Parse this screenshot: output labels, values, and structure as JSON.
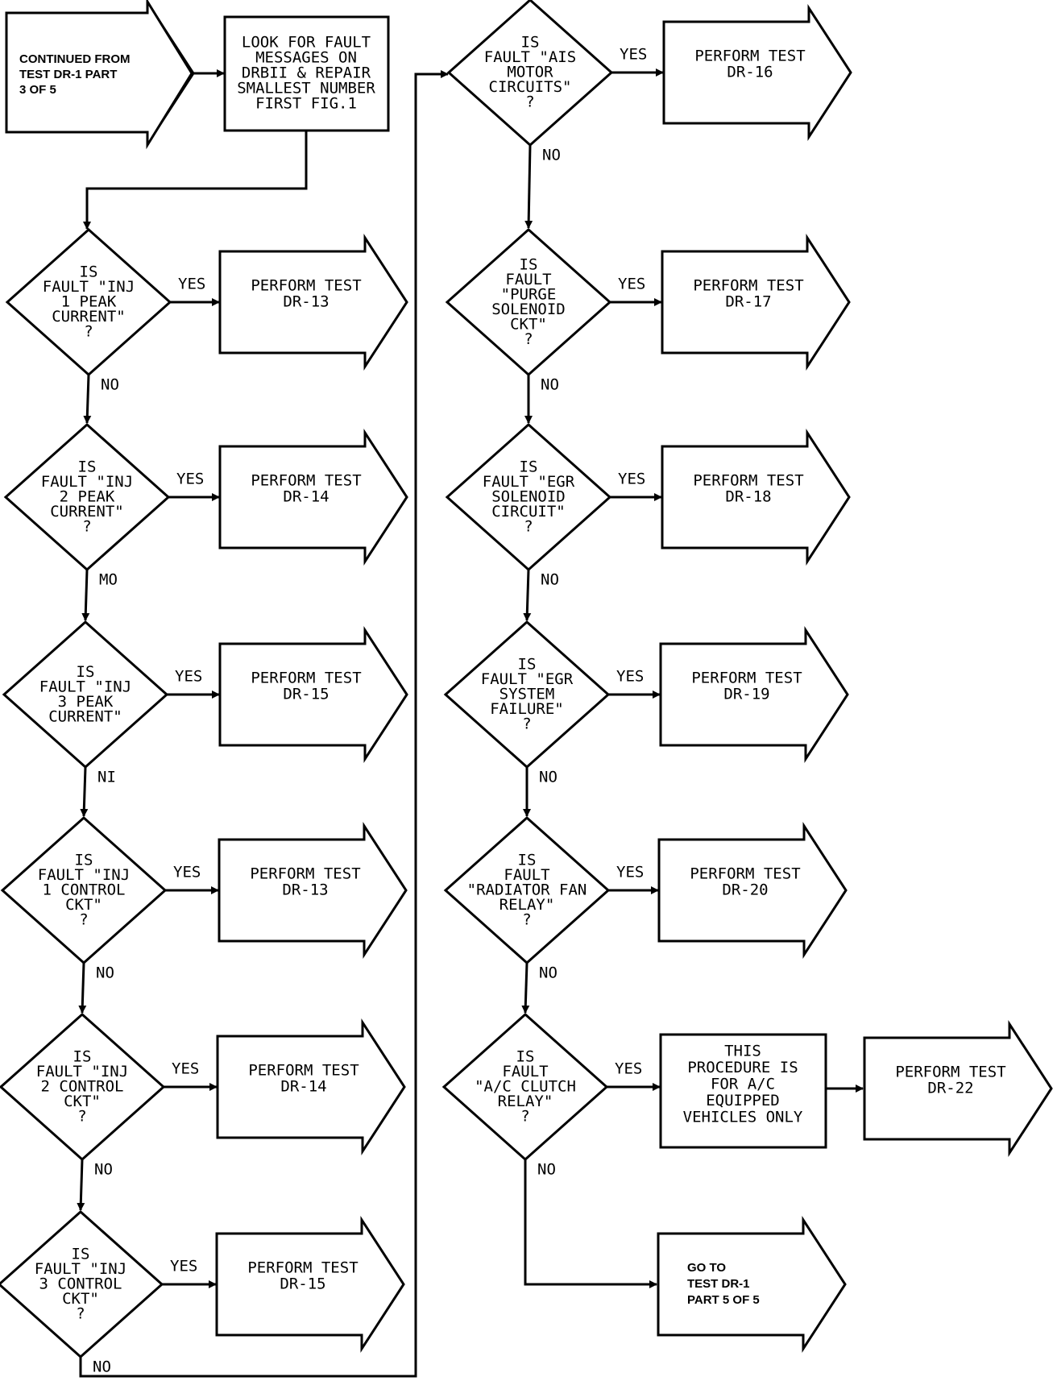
{
  "start": {
    "lines": [
      "CONTINUED FROM",
      "TEST DR-1 PART",
      "3 OF 5"
    ]
  },
  "look_box": {
    "lines": [
      "LOOK FOR FAULT",
      "MESSAGES ON",
      "DRBII & REPAIR",
      "SMALLEST NUMBER",
      "FIRST FIG.1"
    ]
  },
  "left_column": [
    {
      "decision": [
        "IS",
        "FAULT \"INJ",
        "1 PEAK",
        "CURRENT\"",
        "?"
      ],
      "yes_label": "YES",
      "no_label": "NO",
      "result": [
        "PERFORM TEST",
        "DR-13"
      ]
    },
    {
      "decision": [
        "IS",
        "FAULT \"INJ",
        "2 PEAK",
        "CURRENT\"",
        "?"
      ],
      "yes_label": "YES",
      "no_label": "MO",
      "result": [
        "PERFORM TEST",
        "DR-14"
      ]
    },
    {
      "decision": [
        "IS",
        "FAULT \"INJ",
        "3 PEAK",
        "CURRENT\""
      ],
      "yes_label": "YES",
      "no_label": "NI",
      "result": [
        "PERFORM TEST",
        "DR-15"
      ]
    },
    {
      "decision": [
        "IS",
        "FAULT \"INJ",
        "1 CONTROL",
        "CKT\"",
        "?"
      ],
      "yes_label": "YES",
      "no_label": "NO",
      "result": [
        "PERFORM TEST",
        "DR-13"
      ]
    },
    {
      "decision": [
        "IS",
        "FAULT \"INJ",
        "2 CONTROL",
        "CKT\"",
        "?"
      ],
      "yes_label": "YES",
      "no_label": "NO",
      "result": [
        "PERFORM TEST",
        "DR-14"
      ]
    },
    {
      "decision": [
        "IS",
        "FAULT \"INJ",
        "3 CONTROL",
        "CKT\"",
        "?"
      ],
      "yes_label": "YES",
      "no_label": "NO",
      "result": [
        "PERFORM TEST",
        "DR-15"
      ]
    }
  ],
  "right_column": [
    {
      "decision": [
        "IS",
        "FAULT \"AIS",
        "MOTOR",
        "CIRCUITS\"",
        "?"
      ],
      "yes_label": "YES",
      "no_label": "NO",
      "result": [
        "PERFORM TEST",
        "DR-16"
      ]
    },
    {
      "decision": [
        "IS",
        "FAULT",
        "\"PURGE",
        "SOLENOID",
        "CKT\"",
        "?"
      ],
      "yes_label": "YES",
      "no_label": "NO",
      "result": [
        "PERFORM TEST",
        "DR-17"
      ]
    },
    {
      "decision": [
        "IS",
        "FAULT \"EGR",
        "SOLENOID",
        "CIRCUIT\"",
        "?"
      ],
      "yes_label": "YES",
      "no_label": "NO",
      "result": [
        "PERFORM TEST",
        "DR-18"
      ]
    },
    {
      "decision": [
        "IS",
        "FAULT \"EGR",
        "SYSTEM",
        "FAILURE\"",
        "?"
      ],
      "yes_label": "YES",
      "no_label": "NO",
      "result": [
        "PERFORM TEST",
        "DR-19"
      ]
    },
    {
      "decision": [
        "IS",
        "FAULT",
        "\"RADIATOR FAN",
        "RELAY\"",
        "?"
      ],
      "yes_label": "YES",
      "no_label": "NO",
      "result": [
        "PERFORM TEST",
        "DR-20"
      ]
    },
    {
      "decision": [
        "IS",
        "FAULT",
        "\"A/C CLUTCH",
        "RELAY\"",
        "?"
      ],
      "yes_label": "YES",
      "no_label": "NO",
      "result": [
        "PERFORM TEST",
        "DR-22"
      ]
    }
  ],
  "ac_note": {
    "lines": [
      "THIS",
      "PROCEDURE IS",
      "FOR A/C",
      "EQUIPPED",
      "VEHICLES ONLY"
    ]
  },
  "end": {
    "lines": [
      "GO TO",
      "TEST DR-1",
      "PART 5 OF 5"
    ]
  }
}
